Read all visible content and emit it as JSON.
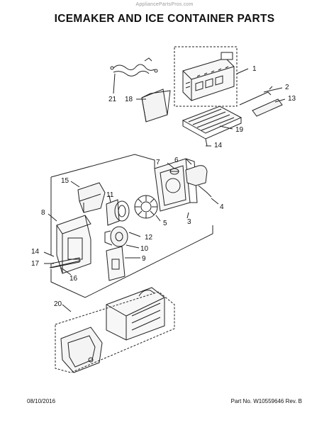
{
  "watermark": "AppliancePartsPros.com",
  "title": "ICEMAKER AND ICE CONTAINER PARTS",
  "callouts": [
    "1",
    "2",
    "13",
    "18",
    "21",
    "19",
    "14",
    "7",
    "6",
    "15",
    "11",
    "4",
    "5",
    "3",
    "8",
    "12",
    "10",
    "9",
    "14",
    "17",
    "16",
    "20"
  ],
  "footer": {
    "date": "08/10/2016",
    "part": "Part No. W10559646  Rev. B"
  }
}
